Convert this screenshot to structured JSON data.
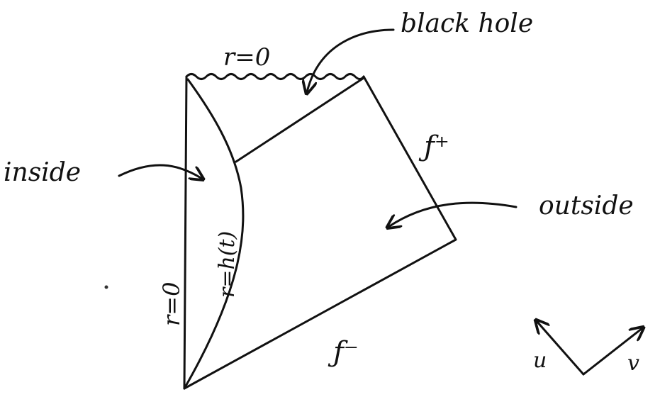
{
  "labels": {
    "black_hole": "black hole",
    "singularity_top": "r=0",
    "scri_plus": "ƒ⁺",
    "inside": "inside",
    "outside": "outside",
    "r_axis": "r=0",
    "shell": "r=h(t)",
    "scri_minus": "ƒ⁻",
    "u": "u",
    "v": "v"
  },
  "colors": {
    "ink": "#111111",
    "paper": "#ffffff"
  }
}
